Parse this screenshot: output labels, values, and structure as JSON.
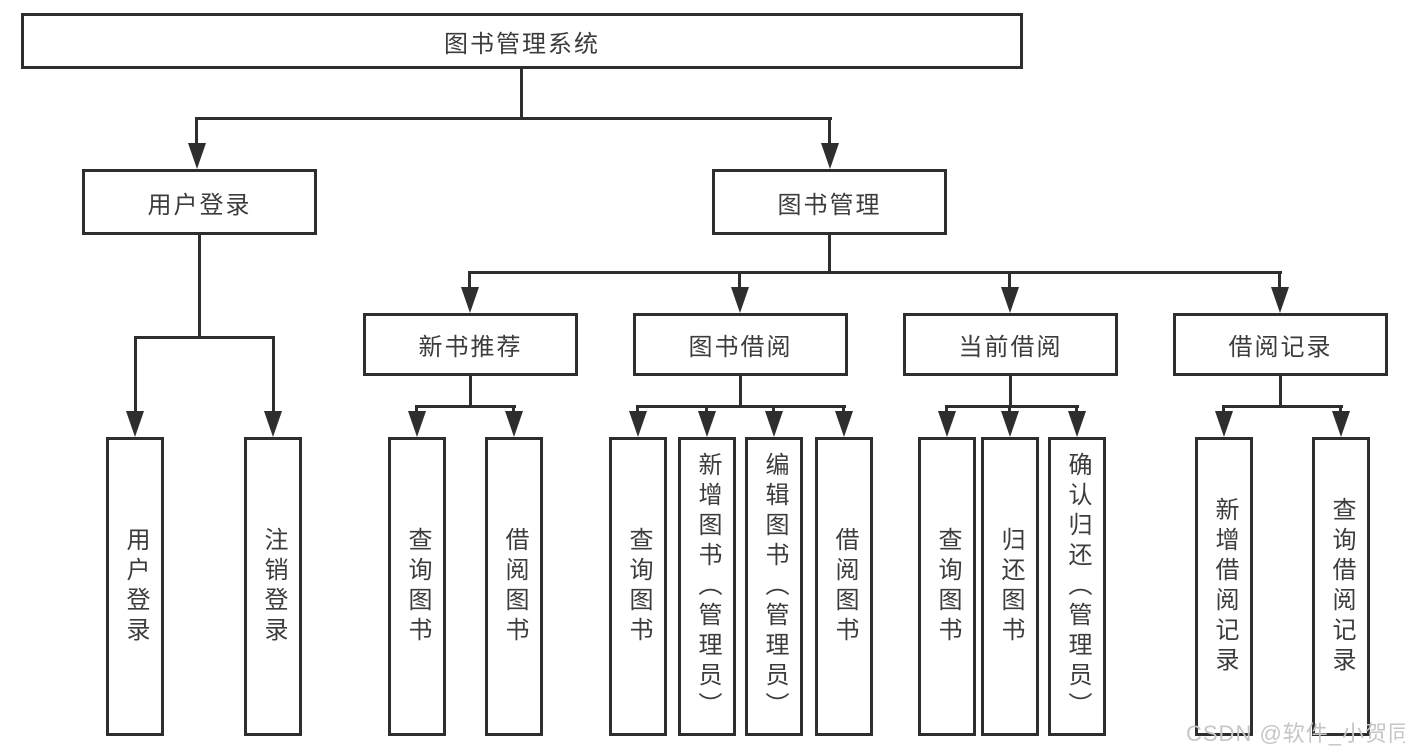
{
  "diagram": {
    "root": {
      "label": "图书管理系统"
    },
    "level1": [
      {
        "label": "用户登录",
        "children": [
          "用户登录",
          "注销登录"
        ]
      },
      {
        "label": "图书管理"
      }
    ],
    "level2": [
      {
        "label": "新书推荐",
        "children": [
          "查询图书",
          "借阅图书"
        ]
      },
      {
        "label": "图书借阅",
        "children": [
          "查询图书",
          "新增图书（管理员）",
          "编辑图书（管理员）",
          "借阅图书"
        ]
      },
      {
        "label": "当前借阅",
        "children": [
          "查询图书",
          "归还图书",
          "确认归还（管理员）"
        ]
      },
      {
        "label": "借阅记录",
        "children": [
          "新增借阅记录",
          "查询借阅记录"
        ]
      }
    ]
  },
  "watermark": {
    "text": "CSDN @软件_小贺同学"
  },
  "colors": {
    "line": "#2e2e2e",
    "text": "#3c3c3c",
    "background": "#ffffff",
    "watermark": "#c6c6c6"
  }
}
